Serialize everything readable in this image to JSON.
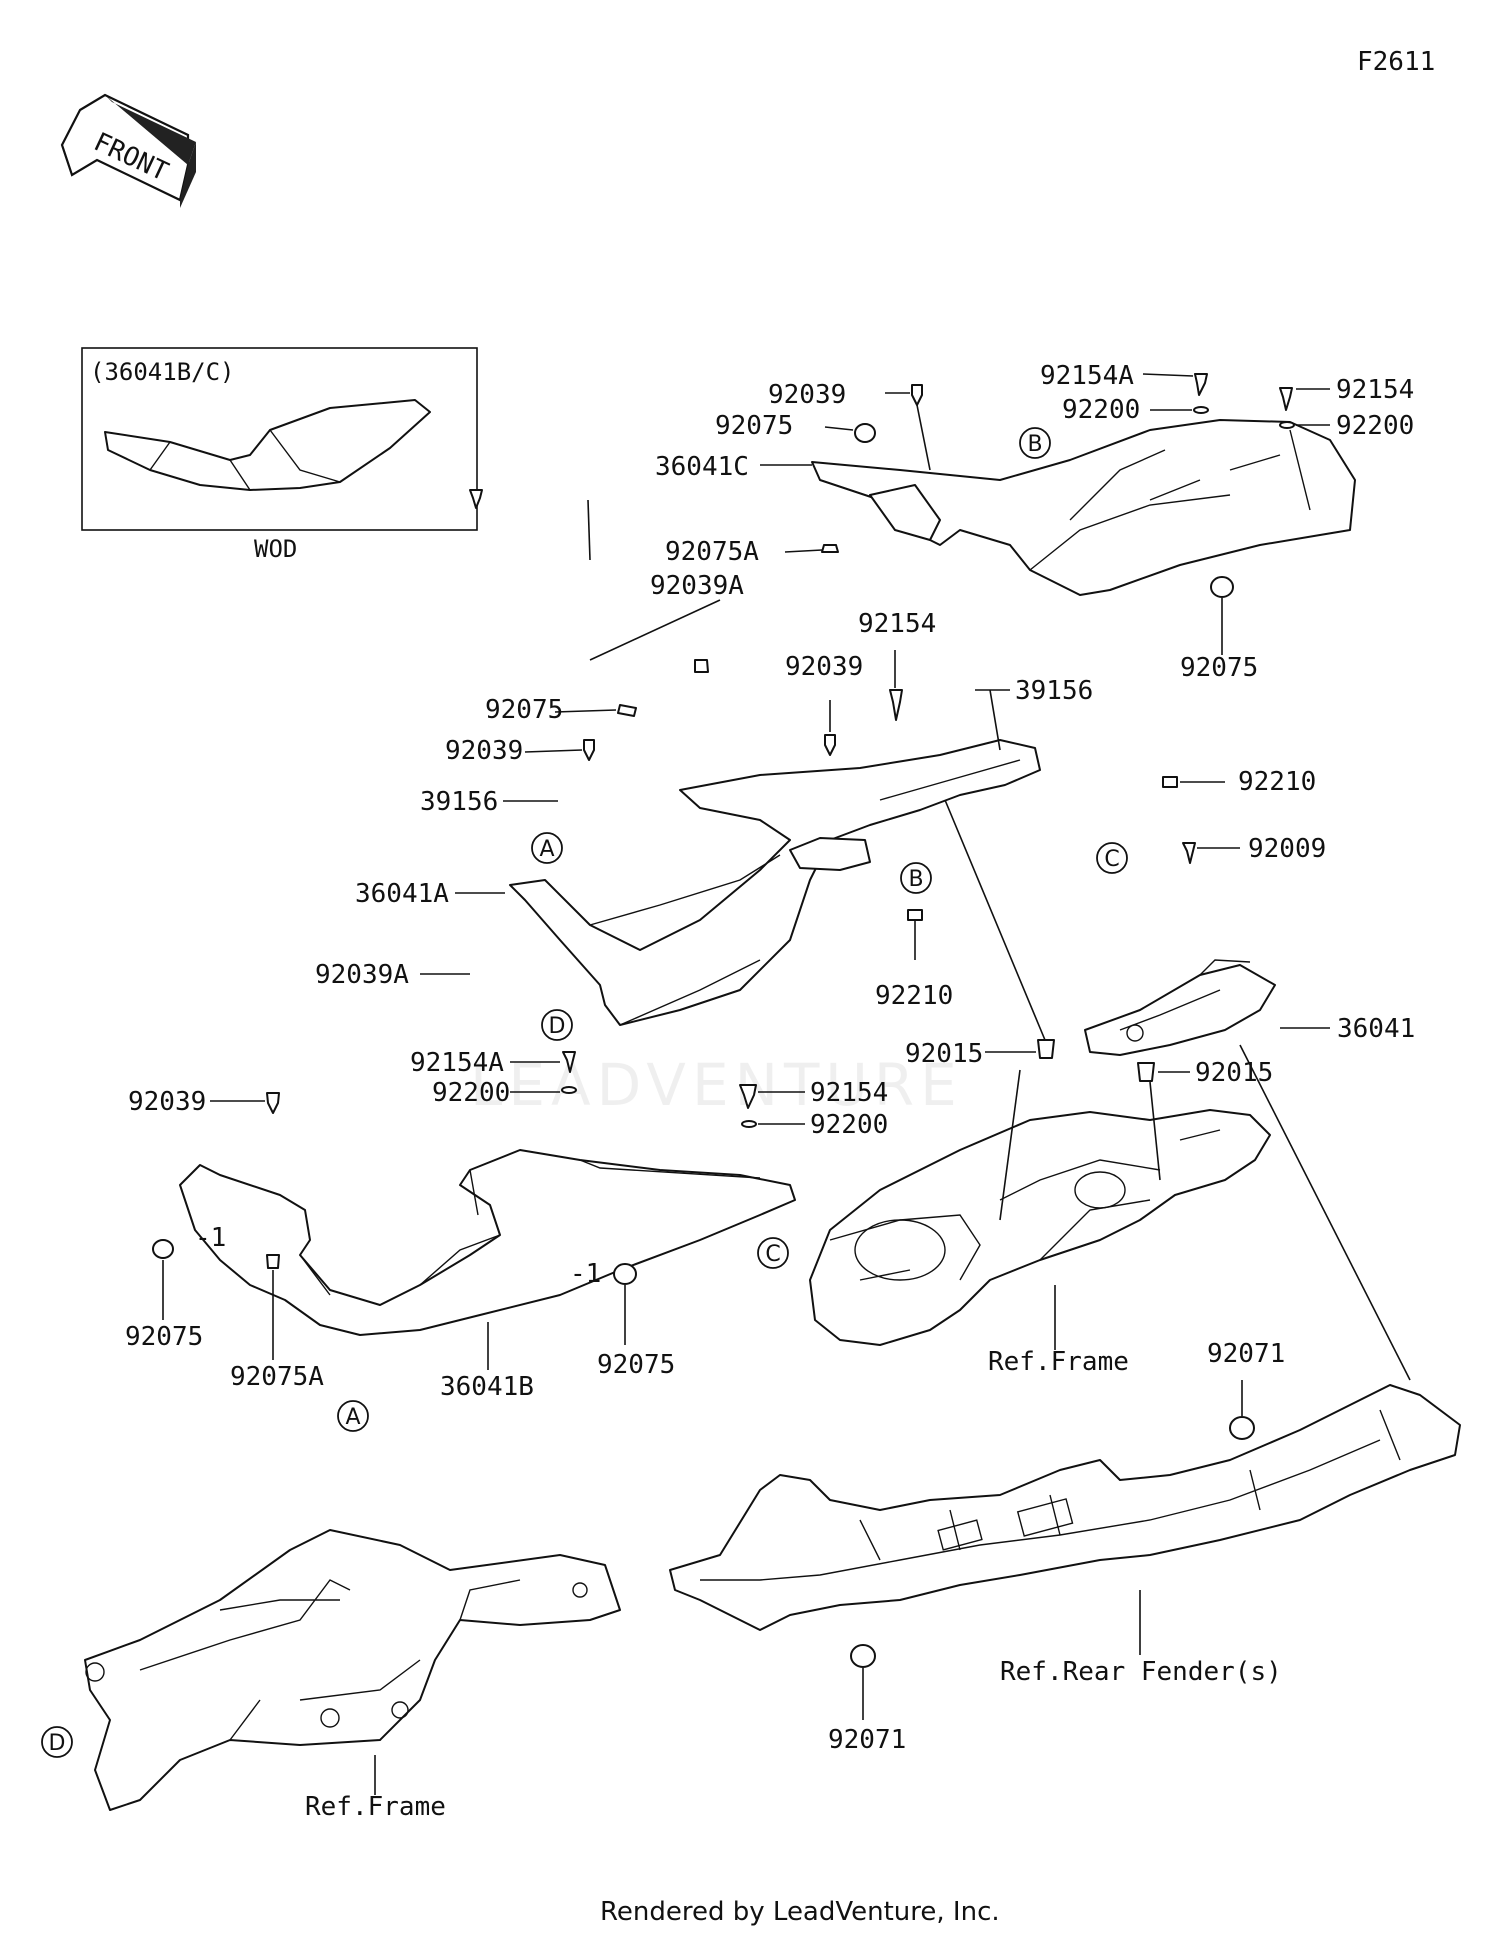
{
  "figure_code": "F2611",
  "front_arrow_label": "FRONT",
  "inset": {
    "part_ref": "(36041B/C)",
    "caption": "WOD"
  },
  "watermark": "LEADVENTURE",
  "footer": "Rendered by LeadVenture, Inc.",
  "part_labels": {
    "l92039_a": "92039",
    "l92075_a": "92075",
    "l36041C": "36041C",
    "l92075A_a": "92075A",
    "l92039A_a": "92039A",
    "l92154A_a": "92154A",
    "l92200_a": "92200",
    "l92154_a": "92154",
    "l92200_b": "92200",
    "l92075_b": "92075",
    "l92154_b": "92154",
    "l92039_b": "92039",
    "l39156_a": "39156",
    "l92075_c": "92075",
    "l92039_c": "92039",
    "l39156_b": "39156",
    "l92210_a": "92210",
    "l36041A": "36041A",
    "l92039A_b": "92039A",
    "l92210_b": "92210",
    "l92009": "92009",
    "l36041": "36041",
    "l92015_a": "92015",
    "l92015_b": "92015",
    "l92154A_b": "92154A",
    "l92200_c": "92200",
    "l92154_c": "92154",
    "l92200_d": "92200",
    "l92039_d": "92039",
    "l92075_d": "92075",
    "l92075A_b": "92075A",
    "l36041B": "36041B",
    "l92075_e": "92075",
    "l92071_a": "92071",
    "l92071_b": "92071"
  },
  "ref_labels": {
    "frame_mid": "Ref.Frame",
    "frame_bottom": "Ref.Frame",
    "rear_fender": "Ref.Rear Fender(s)"
  },
  "callouts": {
    "a1": "A",
    "a2": "A",
    "b1": "B",
    "b2": "B",
    "c1": "C",
    "c2": "C",
    "d1": "D",
    "d2": "D"
  },
  "small_marks": {
    "m1": "-1",
    "m2": "-1"
  }
}
